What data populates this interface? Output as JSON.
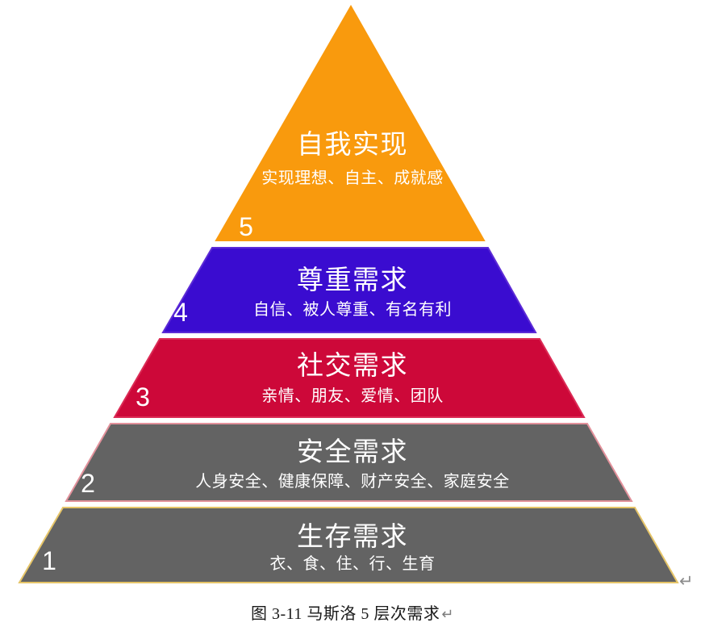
{
  "pyramid": {
    "label_color": "#FFFFFF",
    "levels": [
      {
        "number": "5",
        "title": "自我实现",
        "subtitle": "实现理想、自主、成就感",
        "color": "#F99A0D",
        "outline": "#F99A0D"
      },
      {
        "number": "4",
        "title": "尊重需求",
        "subtitle": "自信、被人尊重、有名有利",
        "color": "#3A0CD0",
        "outline": "#5C2BD6"
      },
      {
        "number": "3",
        "title": "社交需求",
        "subtitle": "亲情、朋友、爱情、团队",
        "color": "#CD0839",
        "outline": "#DB2B55"
      },
      {
        "number": "2",
        "title": "安全需求",
        "subtitle": "人身安全、健康保障、财产安全、家庭安全",
        "color": "#636363",
        "outline": "#E2919B"
      },
      {
        "number": "1",
        "title": "生存需求",
        "subtitle": "衣、食、住、行、生育",
        "color": "#636363",
        "outline": "#E5C468"
      }
    ]
  },
  "figure": {
    "caption": "图 3-11 马斯洛 5 层次需求",
    "return_mark": "↵"
  }
}
